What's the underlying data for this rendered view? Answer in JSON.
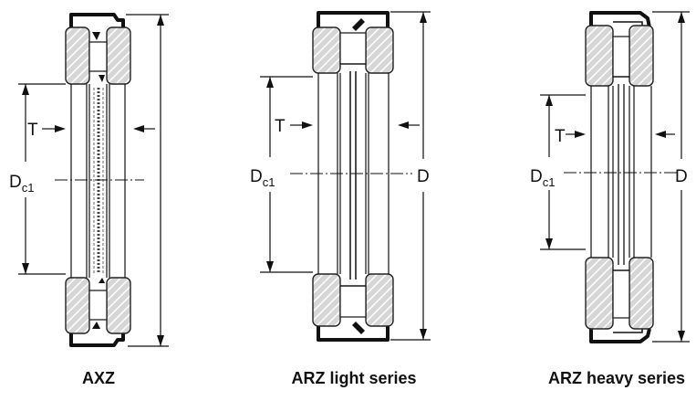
{
  "diagrams": [
    {
      "id": "axz",
      "caption": "AXZ",
      "labels": {
        "t": "T",
        "dc1_main": "D",
        "dc1_sub": "c1"
      }
    },
    {
      "id": "arz-light",
      "caption": "ARZ light series",
      "labels": {
        "t": "T",
        "dc1_main": "D",
        "dc1_sub": "c1",
        "d": "D"
      }
    },
    {
      "id": "arz-heavy",
      "caption": "ARZ heavy series",
      "labels": {
        "t": "T",
        "dc1_main": "D",
        "dc1_sub": "c1",
        "d": "D"
      }
    }
  ]
}
